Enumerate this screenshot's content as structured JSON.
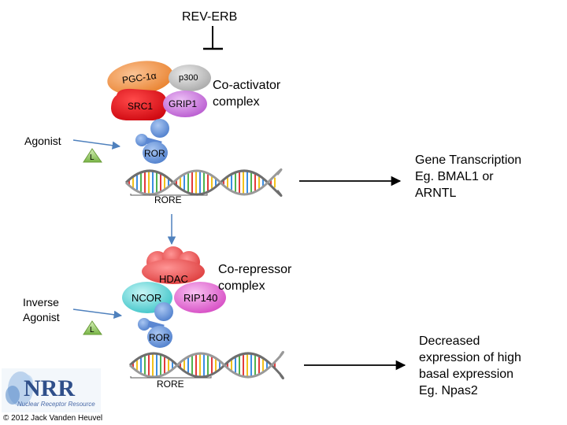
{
  "top": {
    "repressor_label": "REV-ERB"
  },
  "activator": {
    "proteins": [
      "PGC-1α",
      "p300",
      "SRC1",
      "GRIP1"
    ],
    "complex_label_line1": "Co-activator",
    "complex_label_line2": "complex",
    "ligand_input": "Agonist",
    "ligand_symbol": "L",
    "receptor": "ROR",
    "response_element": "RORE",
    "outcome": [
      "Gene Transcription",
      "Eg. BMAL1 or",
      "ARNTL"
    ]
  },
  "repressor": {
    "proteins": [
      "HDAC",
      "NCOR",
      "RIP140"
    ],
    "complex_label_line1": "Co-repressor",
    "complex_label_line2": "complex",
    "ligand_input_line1": "Inverse",
    "ligand_input_line2": "Agonist",
    "ligand_symbol": "L",
    "receptor": "ROR",
    "response_element": "RORE",
    "outcome": [
      "Decreased",
      "expression of high",
      "basal expression",
      "Eg. Npas2"
    ]
  },
  "logo": {
    "letters": "NRR",
    "tagline": "Nuclear Receptor Resource"
  },
  "copyright": "© 2012 Jack Vanden Heuvel",
  "colors": {
    "pgc": "#f2944c",
    "p300": "#c8c8c8",
    "src1": "#e8111a",
    "grip1": "#d07fe0",
    "hdac": "#ec5a5a",
    "ncor": "#66dcdc",
    "rip140": "#e876d8",
    "ror": "#6b97dd",
    "ligand": "#8fc85a",
    "arrow": "#4f81bd"
  }
}
